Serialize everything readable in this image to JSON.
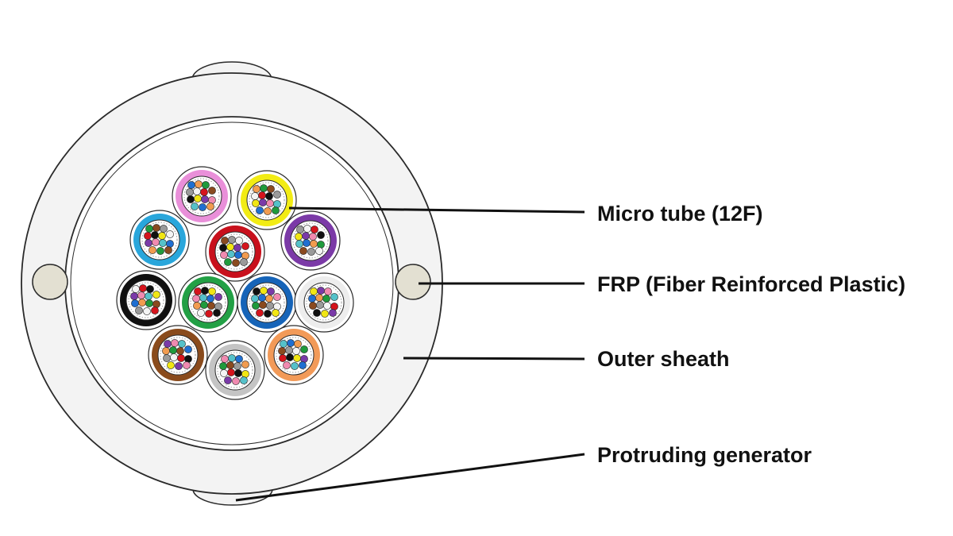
{
  "labels": {
    "micro_tube": "Micro tube (12F)",
    "frp": "FRP (Fiber Reinforced Plastic)",
    "outer_sheath": "Outer sheath",
    "protruding_generator": "Protruding generator"
  },
  "colors": {
    "outline": "#2a2a2a",
    "sheath_fill": "#f3f3f3",
    "core_fill": "#ffffff",
    "frp_fill": "#e3e0d2",
    "leader_line": "#111111"
  },
  "micro_tubes": [
    {
      "name": "pink",
      "color": "#e98fd9"
    },
    {
      "name": "yellow",
      "color": "#f2ec14"
    },
    {
      "name": "blue",
      "color": "#29a6db"
    },
    {
      "name": "red",
      "color": "#c8101c"
    },
    {
      "name": "violet",
      "color": "#7b3aa7"
    },
    {
      "name": "black",
      "color": "#101010"
    },
    {
      "name": "green",
      "color": "#22a045"
    },
    {
      "name": "dark-blue",
      "color": "#1664b8"
    },
    {
      "name": "white",
      "color": "#ededed"
    },
    {
      "name": "brown",
      "color": "#8a4b1c"
    },
    {
      "name": "grey",
      "color": "#c4c4c4"
    },
    {
      "name": "orange",
      "color": "#f29a58"
    }
  ],
  "fiber_colors": [
    "#1f6fd1",
    "#f19b4f",
    "#1f9a3c",
    "#8a4a1f",
    "#9a9a9a",
    "#f4f4f4",
    "#d5141c",
    "#101010",
    "#f1e614",
    "#7a3aa8",
    "#f08ab0",
    "#55c1c9"
  ]
}
